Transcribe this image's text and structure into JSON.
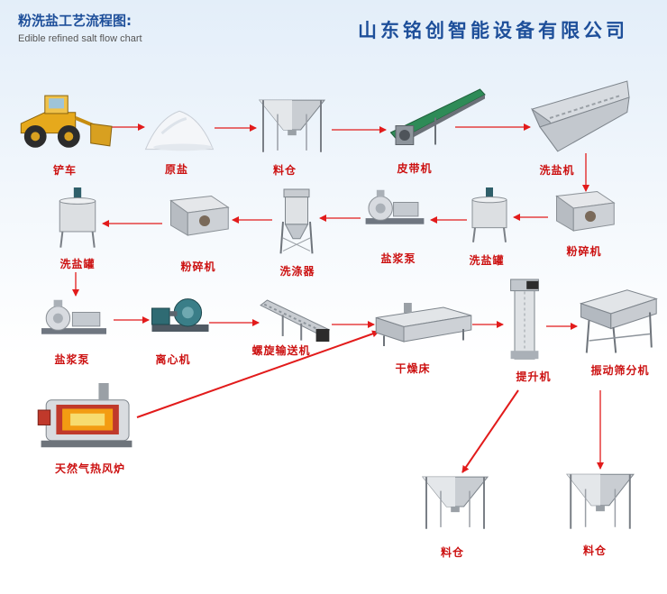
{
  "header": {
    "title": "粉洗盐工艺流程图:",
    "subtitle": "Edible refined salt flow chart",
    "company": "山东铭创智能设备有限公司"
  },
  "colors": {
    "arrow": "#e21b1b",
    "label": "#cc1111",
    "title": "#1e4f9a"
  },
  "nodes": [
    {
      "id": "loader",
      "label": "铲车",
      "icon": "wheel-loader-icon"
    },
    {
      "id": "raw-salt",
      "label": "原盐",
      "icon": "salt-pile-icon"
    },
    {
      "id": "hopper-1",
      "label": "料仓",
      "icon": "hopper-icon"
    },
    {
      "id": "belt",
      "label": "皮带机",
      "icon": "belt-conveyor-icon"
    },
    {
      "id": "washer-1",
      "label": "洗盐机",
      "icon": "salt-washer-icon"
    },
    {
      "id": "crusher-1",
      "label": "粉碎机",
      "icon": "crusher-icon"
    },
    {
      "id": "tank-1",
      "label": "洗盐罐",
      "icon": "tank-icon"
    },
    {
      "id": "pump-1",
      "label": "盐浆泵",
      "icon": "pump-icon"
    },
    {
      "id": "scrubber",
      "label": "洗涤器",
      "icon": "scrubber-icon"
    },
    {
      "id": "crusher-2",
      "label": "粉碎机",
      "icon": "crusher-icon"
    },
    {
      "id": "tank-2",
      "label": "洗盐罐",
      "icon": "tank-icon"
    },
    {
      "id": "pump-2",
      "label": "盐浆泵",
      "icon": "pump-icon"
    },
    {
      "id": "centrifuge",
      "label": "离心机",
      "icon": "centrifuge-icon"
    },
    {
      "id": "screw",
      "label": "螺旋输送机",
      "icon": "screw-conveyor-icon"
    },
    {
      "id": "dryer",
      "label": "干燥床",
      "icon": "dryer-bed-icon"
    },
    {
      "id": "elevator",
      "label": "提升机",
      "icon": "bucket-elevator-icon"
    },
    {
      "id": "sieve",
      "label": "振动筛分机",
      "icon": "vibrating-screen-icon"
    },
    {
      "id": "furnace",
      "label": "天然气热风炉",
      "icon": "hot-air-furnace-icon"
    },
    {
      "id": "hopper-2",
      "label": "料仓",
      "icon": "hopper-icon"
    },
    {
      "id": "hopper-3",
      "label": "料仓",
      "icon": "hopper-icon"
    }
  ],
  "edges": [
    [
      "loader",
      "raw-salt"
    ],
    [
      "raw-salt",
      "hopper-1"
    ],
    [
      "hopper-1",
      "belt"
    ],
    [
      "belt",
      "washer-1"
    ],
    [
      "washer-1",
      "crusher-1"
    ],
    [
      "crusher-1",
      "tank-1"
    ],
    [
      "tank-1",
      "pump-1"
    ],
    [
      "pump-1",
      "scrubber"
    ],
    [
      "scrubber",
      "crusher-2"
    ],
    [
      "crusher-2",
      "tank-2"
    ],
    [
      "tank-2",
      "pump-2"
    ],
    [
      "pump-2",
      "centrifuge"
    ],
    [
      "centrifuge",
      "screw"
    ],
    [
      "screw",
      "dryer"
    ],
    [
      "furnace",
      "dryer"
    ],
    [
      "dryer",
      "elevator"
    ],
    [
      "elevator",
      "sieve"
    ],
    [
      "elevator",
      "hopper-2"
    ],
    [
      "sieve",
      "hopper-3"
    ]
  ]
}
